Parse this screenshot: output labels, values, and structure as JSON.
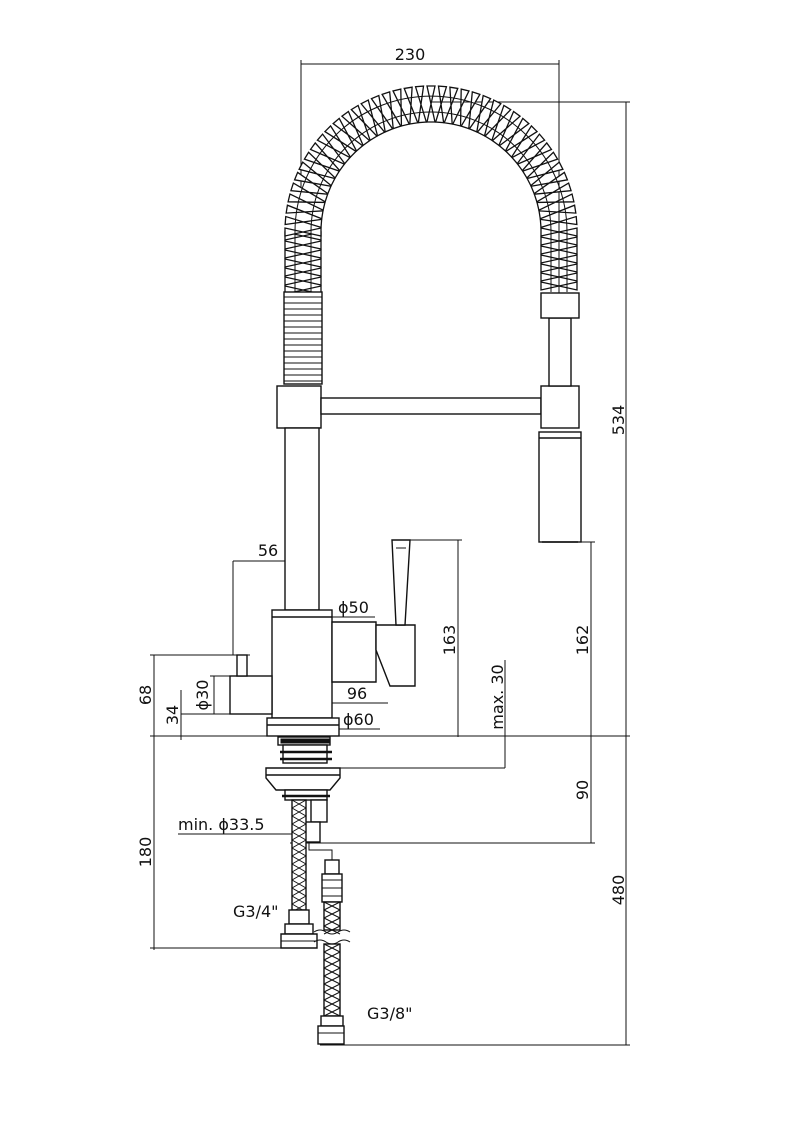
{
  "drawing": {
    "dimensions": {
      "width_top": "230",
      "total_height": "534",
      "spout_height": "162",
      "handle_height": "163",
      "body_offset": "56",
      "body_diameter": "ϕ50",
      "handle_reach": "96",
      "base_diameter": "ϕ60",
      "lever_diameter": "ϕ30",
      "lever_height": "68",
      "lever_axis": "34",
      "deck_thickness": "max. 30",
      "shank_length": "90",
      "hole_diameter": "min. ϕ33.5",
      "inlet_length": "180",
      "hose_length": "480",
      "thread_large": "G3/4\"",
      "thread_small": "G3/8\""
    }
  }
}
